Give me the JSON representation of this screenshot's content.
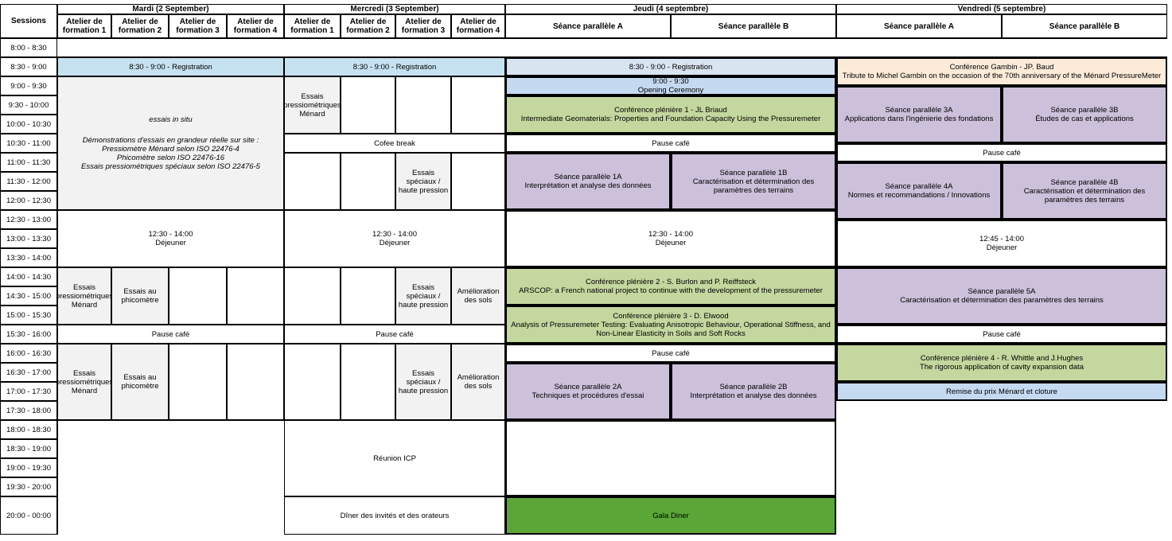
{
  "header": {
    "sessions": "Sessions",
    "days": [
      "Mardi (2 September)",
      "Mercredi (3 September)",
      "Jeudi (4 septembre)",
      "Vendredi (5 septembre)"
    ],
    "atelier": [
      "Atelier de formation 1",
      "Atelier de formation 2",
      "Atelier de formation 3",
      "Atelier de formation 4"
    ],
    "parallel": [
      "Séance parallèle A",
      "Séance parallèle B"
    ]
  },
  "times": [
    "8:00 - 8:30",
    "8:30 - 9:00",
    "9:00 - 9:30",
    "9:30 - 10:00",
    "10:00 - 10:30",
    "10:30 - 11:00",
    "11:00 - 11:30",
    "11:30 - 12:00",
    "12:00 - 12:30",
    "12:30 - 13:00",
    "13:00 - 13:30",
    "13:30 - 14:00",
    "14:00 - 14:30",
    "14:30 - 15:00",
    "15:00 - 15:30",
    "15:30 - 16:00",
    "16:00 - 16:30",
    "16:30 - 17:00",
    "17:00 - 17:30",
    "17:30 - 18:00",
    "18:00 - 18:30",
    "18:30 - 19:00",
    "19:00 - 19:30",
    "19:30 - 20:00",
    "20:00 - 00:00"
  ],
  "tue": {
    "registration": "8:30 - 9:00 - Registration",
    "insitu_title": "essais in situ",
    "insitu_lines": [
      "Démonstrations d'essais en grandeur réelle sur site :",
      "Pressiomètre Ménard selon ISO 22476-4",
      "Phicomètre selon ISO 22476-16",
      "Essais pressiométriques spéciaux selon ISO 22476-5"
    ],
    "lunch_time": "12:30 - 14:00",
    "lunch": "Déjeuner",
    "pm1_menard": "Essais pressiométriques Ménard",
    "pm1_phico": "Essais au phicomètre",
    "pause": "Pause café",
    "pm2_menard": "Essais pressiométriques Ménard",
    "pm2_phico": "Essais au phicomètre"
  },
  "wed": {
    "registration": "8:30 - 9:00 - Registration",
    "menard": "Essais pressiométriques Ménard",
    "coffee": "Cofee break",
    "speciaux1": "Essais spéciaux / haute pression",
    "lunch_time": "12:30 - 14:00",
    "lunch": "Déjeuner",
    "speciaux2": "Essais spéciaux / haute pression",
    "amelioration1": "Amélioration des sols",
    "pause": "Pause café",
    "speciaux3": "Essais spéciaux / haute pression",
    "amelioration2": "Amélioration des sols",
    "reunion": "Réunion ICP",
    "diner": "Dîner des invités et des orateurs"
  },
  "thu": {
    "registration": "8:30 - 9:00 - Registration",
    "opening_time": "9:00 - 9:30",
    "opening": "Opening Ceremony",
    "plen1_title": "Conférence plénière 1 - JL Briaud",
    "plen1_sub": "Intermediate Geomaterials: Properties and Foundation Capacity Using the Pressuremeter",
    "pause1": "Pause café",
    "p1a_title": "Séance parallèle 1A",
    "p1a_sub": "Interprétation et analyse des données",
    "p1b_title": "Séance parallèle 1B",
    "p1b_sub": "Caractérisation et détermination des paramètres des terrains",
    "lunch_time": "12:30 - 14:00",
    "lunch": "Déjeuner",
    "plen2_title": "Conférence plénière 2 - S. Burlon and P. Reiffsteck",
    "plen2_sub": "ARSCOP: a French national project to continue with the development of the pressuremeter",
    "plen3_title": "Conférence plénière 3 - D. Elwood",
    "plen3_sub": "Analysis of Pressuremeter Testing: Evaluating Anisotropic Behaviour, Operational Stiffness, and Non-Linear Elasticity in Soils and Soft Rocks",
    "pause2": "Pause café",
    "p2a_title": "Séance parallèle 2A",
    "p2a_sub": "Techniques et procédures d'essai",
    "p2b_title": "Séance parallèle 2B",
    "p2b_sub": "Interprétation et analyse des données",
    "gala": "Gala Diner"
  },
  "fri": {
    "gambin_title": "Conférence Gambin - JP. Baud",
    "gambin_sub": "Tribute to Michel Gambin on the occasion of the 70th anniversary of the Ménard PressureMeter",
    "p3a_title": "Séance parallèle 3A",
    "p3a_sub": "Applications dans l'ingénierie des fondations",
    "p3b_title": "Séance parallèle 3B",
    "p3b_sub": "Études de cas et applications",
    "pause1": "Pause café",
    "p4a_title": "Séance parallèle 4A",
    "p4a_sub": "Normes et recommandations / Innovations",
    "p4b_title": "Séance parallèle 4B",
    "p4b_sub": "Caractérisation et détermination des paramètres des terrains",
    "lunch_time": "12:45 - 14:00",
    "lunch": "Déjeuner",
    "p5a_title": "Séance parallèle 5A",
    "p5a_sub": "Caractérisation et détermination des paramètres des terrains",
    "pause2": "Pause café",
    "plen4_title": "Conférence plénière 4 - R. Whittle and J.Hughes",
    "plen4_sub": "The rigorous application of cavity expansion data",
    "remise": "Remise du prix Ménard et cloture"
  }
}
